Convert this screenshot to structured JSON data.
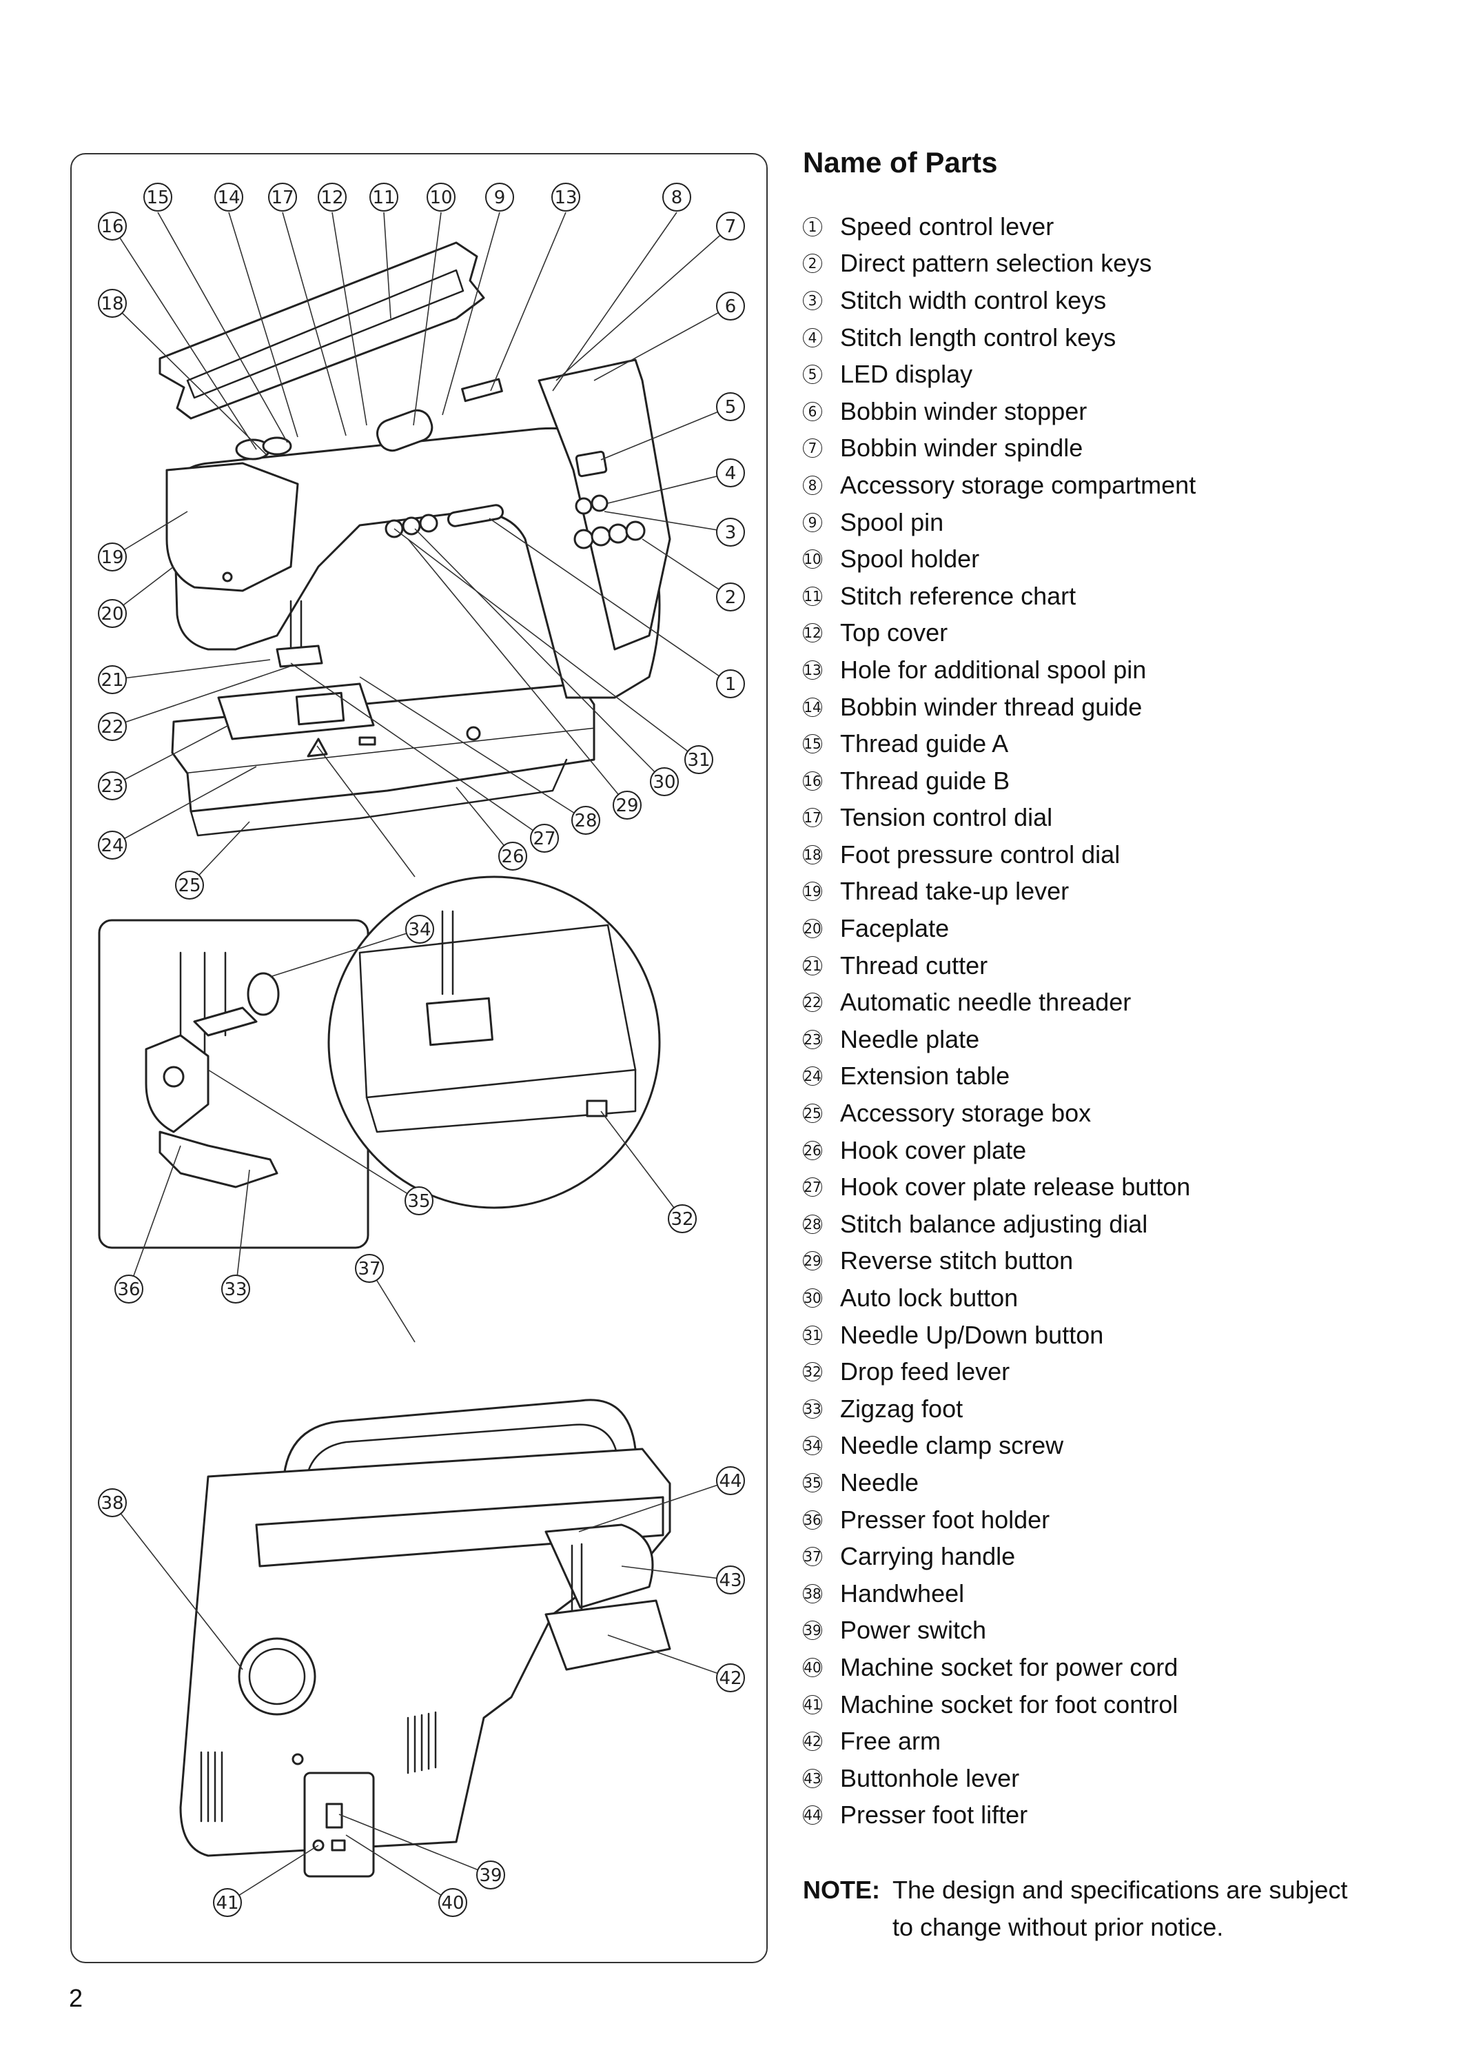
{
  "title": "Name of Parts",
  "parts": [
    {
      "num": "1",
      "name": "Speed control lever"
    },
    {
      "num": "2",
      "name": "Direct pattern selection keys"
    },
    {
      "num": "3",
      "name": "Stitch width control keys"
    },
    {
      "num": "4",
      "name": "Stitch length control keys"
    },
    {
      "num": "5",
      "name": "LED display"
    },
    {
      "num": "6",
      "name": "Bobbin winder stopper"
    },
    {
      "num": "7",
      "name": "Bobbin winder spindle"
    },
    {
      "num": "8",
      "name": "Accessory storage compartment"
    },
    {
      "num": "9",
      "name": "Spool pin"
    },
    {
      "num": "10",
      "name": "Spool holder"
    },
    {
      "num": "11",
      "name": "Stitch reference chart"
    },
    {
      "num": "12",
      "name": "Top cover"
    },
    {
      "num": "13",
      "name": "Hole for additional spool pin"
    },
    {
      "num": "14",
      "name": "Bobbin winder thread guide"
    },
    {
      "num": "15",
      "name": "Thread guide A"
    },
    {
      "num": "16",
      "name": "Thread guide B"
    },
    {
      "num": "17",
      "name": "Tension control dial"
    },
    {
      "num": "18",
      "name": "Foot pressure control dial"
    },
    {
      "num": "19",
      "name": "Thread take-up lever"
    },
    {
      "num": "20",
      "name": "Faceplate"
    },
    {
      "num": "21",
      "name": "Thread cutter"
    },
    {
      "num": "22",
      "name": "Automatic needle threader"
    },
    {
      "num": "23",
      "name": "Needle plate"
    },
    {
      "num": "24",
      "name": "Extension table"
    },
    {
      "num": "25",
      "name": "Accessory storage box"
    },
    {
      "num": "26",
      "name": "Hook cover plate"
    },
    {
      "num": "27",
      "name": "Hook cover plate release button"
    },
    {
      "num": "28",
      "name": "Stitch balance adjusting dial"
    },
    {
      "num": "29",
      "name": "Reverse stitch button"
    },
    {
      "num": "30",
      "name": "Auto lock button"
    },
    {
      "num": "31",
      "name": "Needle Up/Down button"
    },
    {
      "num": "32",
      "name": "Drop feed lever"
    },
    {
      "num": "33",
      "name": "Zigzag foot"
    },
    {
      "num": "34",
      "name": "Needle clamp screw"
    },
    {
      "num": "35",
      "name": "Needle"
    },
    {
      "num": "36",
      "name": "Presser foot holder"
    },
    {
      "num": "37",
      "name": "Carrying handle"
    },
    {
      "num": "38",
      "name": "Handwheel"
    },
    {
      "num": "39",
      "name": "Power switch"
    },
    {
      "num": "40",
      "name": "Machine socket for power cord"
    },
    {
      "num": "41",
      "name": "Machine socket for foot control"
    },
    {
      "num": "42",
      "name": "Free arm"
    },
    {
      "num": "43",
      "name": "Buttonhole lever"
    },
    {
      "num": "44",
      "name": "Presser foot lifter"
    }
  ],
  "note": {
    "label": "NOTE:",
    "line1": "The design and specifications are subject",
    "line2": "to change without prior notice."
  },
  "page_number": "2"
}
